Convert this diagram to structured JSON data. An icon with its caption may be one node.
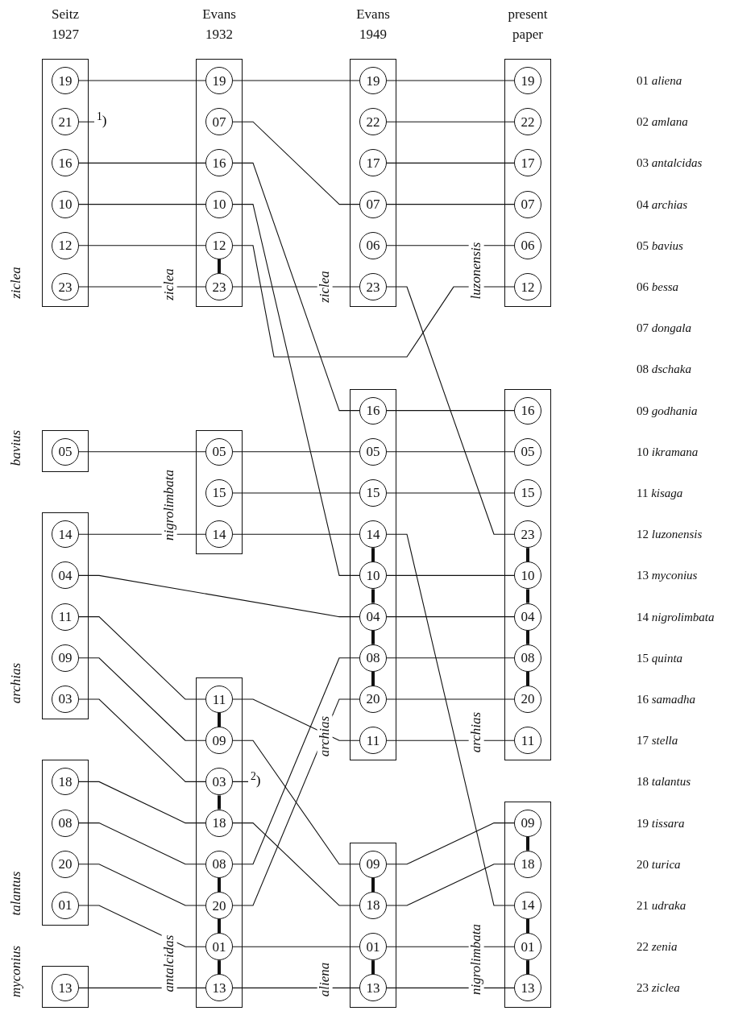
{
  "diagram": {
    "nodes": [
      {
        "text": [],
        "shape": "box",
        "beside": [
          "ziclea"
        ]
      },
      {
        "text": [
          "19"
        ],
        "in": 0
      },
      {
        "text": [
          "21"
        ],
        "in": 0
      },
      {
        "text": [
          "16"
        ],
        "in": 0
      },
      {
        "text": [
          "10"
        ],
        "in": 0
      },
      {
        "text": [
          "12"
        ],
        "in": 0
      },
      {
        "text": [
          "23"
        ],
        "in": 0
      },
      {
        "text": [
          "$^{1}$)"
        ]
      },
      {
        "text": [],
        "shape": "box",
        "beside": [
          "bavius"
        ]
      },
      {
        "text": [
          "05"
        ],
        "in": 8
      },
      {
        "text": [],
        "shape": "box",
        "beside": [
          "archias"
        ]
      },
      {
        "text": [
          "14"
        ],
        "in": 10
      },
      {
        "text": [
          "04"
        ],
        "in": 10
      },
      {
        "text": [
          "11"
        ],
        "in": 10
      },
      {
        "text": [
          "09"
        ],
        "in": 10
      },
      {
        "text": [
          "03"
        ],
        "in": 10
      },
      {
        "text": [],
        "shape": "box",
        "beside": [
          "talantus"
        ]
      },
      {
        "text": [
          "18"
        ],
        "in": 16
      },
      {
        "text": [
          "08"
        ],
        "in": 16
      },
      {
        "text": [
          "20"
        ],
        "in": 16
      },
      {
        "text": [
          "01"
        ],
        "in": 16
      },
      {
        "text": [],
        "shape": "box",
        "beside": [
          "myconius"
        ]
      },
      {
        "text": [
          "13"
        ],
        "in": 21
      },
      {
        "text": [],
        "shape": "box",
        "beside": [
          "ziclea"
        ]
      },
      {
        "text": [
          "19"
        ],
        "in": 23
      },
      {
        "text": [
          "07"
        ],
        "in": 23
      },
      {
        "text": [
          "16"
        ],
        "in": 23
      },
      {
        "text": [
          "10"
        ],
        "in": 23
      },
      {
        "text": [
          "12"
        ],
        "in": 23
      },
      {
        "text": [
          "23"
        ],
        "in": 23
      },
      {
        "text": [],
        "shape": "box",
        "beside": [
          "nigrolimbata"
        ]
      },
      {
        "text": [
          "05"
        ],
        "in": 30
      },
      {
        "text": [
          "15"
        ],
        "in": 30
      },
      {
        "text": [
          "14"
        ],
        "in": 30
      },
      {
        "text": [],
        "shape": "box",
        "beside": [
          "antalcidas"
        ]
      },
      {
        "text": [
          "11"
        ],
        "in": 34
      },
      {
        "text": [
          "09"
        ],
        "in": 34
      },
      {
        "text": [
          "03"
        ],
        "in": 34
      },
      {
        "text": [
          "18"
        ],
        "in": 34
      },
      {
        "text": [
          "08"
        ],
        "in": 34
      },
      {
        "text": [
          "20"
        ],
        "in": 34
      },
      {
        "text": [
          "01"
        ],
        "in": 34
      },
      {
        "text": [
          "13"
        ],
        "in": 34
      },
      {
        "text": [
          "$^{2}$)"
        ]
      },
      {
        "text": [],
        "shape": "box",
        "beside": [
          "ziclea"
        ]
      },
      {
        "text": [
          "19"
        ],
        "in": 44
      },
      {
        "text": [
          "22"
        ],
        "in": 44
      },
      {
        "text": [
          "17"
        ],
        "in": 44
      },
      {
        "text": [
          "07"
        ],
        "in": 44
      },
      {
        "text": [
          "06"
        ],
        "in": 44
      },
      {
        "text": [
          "23"
        ],
        "in": 44
      },
      {
        "text": [],
        "shape": "box",
        "beside": [
          "archias"
        ]
      },
      {
        "text": [
          "16"
        ],
        "in": 51
      },
      {
        "text": [
          "05"
        ],
        "in": 51
      },
      {
        "text": [
          "15"
        ],
        "in": 51
      },
      {
        "text": [
          "14"
        ],
        "in": 51
      },
      {
        "text": [
          "10"
        ],
        "in": 51
      },
      {
        "text": [
          "04"
        ],
        "in": 51
      },
      {
        "text": [
          "08"
        ],
        "in": 51
      },
      {
        "text": [
          "20"
        ],
        "in": 51
      },
      {
        "text": [
          "11"
        ],
        "in": 51
      },
      {
        "text": [],
        "shape": "box",
        "beside": [
          "aliena"
        ]
      },
      {
        "text": [
          "09"
        ],
        "in": 61
      },
      {
        "text": [
          "18"
        ],
        "in": 61
      },
      {
        "text": [
          "01"
        ],
        "in": 61
      },
      {
        "text": [
          "13"
        ],
        "in": 61
      },
      {
        "text": [],
        "shape": "box",
        "beside": [
          "luzonensis"
        ]
      },
      {
        "text": [
          "19"
        ],
        "in": 66
      },
      {
        "text": [
          "22"
        ],
        "in": 66
      },
      {
        "text": [
          "17"
        ],
        "in": 66
      },
      {
        "text": [
          "07"
        ],
        "in": 66
      },
      {
        "text": [
          "06"
        ],
        "in": 66
      },
      {
        "text": [
          "12"
        ],
        "in": 66
      },
      {
        "text": [],
        "shape": "box",
        "beside": [
          "archias"
        ]
      },
      {
        "text": [
          "16"
        ],
        "in": 73
      },
      {
        "text": [
          "05"
        ],
        "in": 73
      },
      {
        "text": [
          "15"
        ],
        "in": 73
      },
      {
        "text": [
          "23"
        ],
        "in": 73
      },
      {
        "text": [
          "10"
        ],
        "in": 73
      },
      {
        "text": [
          "04"
        ],
        "in": 73
      },
      {
        "text": [
          "08"
        ],
        "in": 73
      },
      {
        "text": [
          "20"
        ],
        "in": 73
      },
      {
        "text": [
          "11"
        ],
        "in": 73
      },
      {
        "text": [],
        "shape": "box",
        "beside": [
          "nigrolimbata"
        ]
      },
      {
        "text": [
          "09"
        ],
        "in": 83
      },
      {
        "text": [
          "18"
        ],
        "in": 83
      },
      {
        "text": [
          "14"
        ],
        "in": 83
      },
      {
        "text": [
          "01"
        ],
        "in": 83
      },
      {
        "text": [
          "13"
        ],
        "in": 83
      }
    ],
    "edges": [
      {
        "from": 1,
        "to": 24,
        "arrow": "none"
      },
      {
        "from": 2,
        "to": 7,
        "arrow": "none"
      },
      {
        "from": 3,
        "to": 26,
        "arrow": "none"
      },
      {
        "from": 4,
        "to": 27,
        "arrow": "none"
      },
      {
        "from": 5,
        "to": 28,
        "arrow": "none"
      },
      {
        "from": 6,
        "to": 29,
        "arrow": "none"
      },
      {
        "from": 9,
        "to": 31,
        "arrow": "none"
      },
      {
        "from": 11,
        "to": 33,
        "arrow": "none"
      },
      {
        "from": 12,
        "to": 57,
        "arrow": "none"
      },
      {
        "from": 13,
        "to": 35,
        "arrow": "none"
      },
      {
        "from": 14,
        "to": 36,
        "arrow": "none"
      },
      {
        "from": 15,
        "to": 37,
        "arrow": "none"
      },
      {
        "from": 17,
        "to": 38,
        "arrow": "none"
      },
      {
        "from": 18,
        "to": 39,
        "arrow": "none"
      },
      {
        "from": 19,
        "to": 40,
        "arrow": "none"
      },
      {
        "from": 20,
        "to": 41,
        "arrow": "none"
      },
      {
        "from": 22,
        "to": 42,
        "arrow": "none"
      },
      {
        "from": 24,
        "to": 45,
        "arrow": "none"
      },
      {
        "from": 25,
        "to": 48,
        "arrow": "none"
      },
      {
        "from": 26,
        "to": 52,
        "arrow": "none"
      },
      {
        "from": 27,
        "to": 56,
        "arrow": "none"
      },
      {
        "from": 28,
        "to": 72,
        "arrow": "none"
      },
      {
        "from": 29,
        "to": 50,
        "arrow": "none"
      },
      {
        "from": 28,
        "to": 29,
        "arrow": "none",
        "style": "thick"
      },
      {
        "from": 31,
        "to": 53,
        "arrow": "none"
      },
      {
        "from": 32,
        "to": 54,
        "arrow": "none"
      },
      {
        "from": 33,
        "to": 55,
        "arrow": "none"
      },
      {
        "from": 35,
        "to": 60,
        "arrow": "none"
      },
      {
        "from": 36,
        "to": 62,
        "arrow": "none"
      },
      {
        "from": 37,
        "to": 43,
        "arrow": "none"
      },
      {
        "from": 38,
        "to": 63,
        "arrow": "none"
      },
      {
        "from": 39,
        "to": 58,
        "arrow": "none"
      },
      {
        "from": 40,
        "to": 59,
        "arrow": "none"
      },
      {
        "from": 41,
        "to": 64,
        "arrow": "none"
      },
      {
        "from": 42,
        "to": 65,
        "arrow": "none"
      },
      {
        "from": 35,
        "to": 36,
        "arrow": "none",
        "style": "thick"
      },
      {
        "from": 37,
        "to": 38,
        "arrow": "none",
        "style": "thick"
      },
      {
        "from": 39,
        "to": 40,
        "arrow": "none",
        "style": "thick"
      },
      {
        "from": 40,
        "to": 41,
        "arrow": "none",
        "style": "thick"
      },
      {
        "from": 41,
        "to": 42,
        "arrow": "none",
        "style": "thick"
      },
      {
        "from": 45,
        "to": 67,
        "arrow": "none"
      },
      {
        "from": 46,
        "to": 68,
        "arrow": "none"
      },
      {
        "from": 47,
        "to": 69,
        "arrow": "none"
      },
      {
        "from": 48,
        "to": 70,
        "arrow": "none"
      },
      {
        "from": 49,
        "to": 71,
        "arrow": "none"
      },
      {
        "from": 50,
        "to": 77,
        "arrow": "none"
      },
      {
        "from": 52,
        "to": 74,
        "arrow": "none"
      },
      {
        "from": 53,
        "to": 75,
        "arrow": "none"
      },
      {
        "from": 54,
        "to": 76,
        "arrow": "none"
      },
      {
        "from": 55,
        "to": 86,
        "arrow": "none"
      },
      {
        "from": 56,
        "to": 78,
        "arrow": "none"
      },
      {
        "from": 57,
        "to": 79,
        "arrow": "none"
      },
      {
        "from": 58,
        "to": 80,
        "arrow": "none"
      },
      {
        "from": 59,
        "to": 81,
        "arrow": "none"
      },
      {
        "from": 60,
        "to": 82,
        "arrow": "none"
      },
      {
        "from": 55,
        "to": 56,
        "arrow": "none",
        "style": "thick"
      },
      {
        "from": 56,
        "to": 57,
        "arrow": "none",
        "style": "thick"
      },
      {
        "from": 57,
        "to": 58,
        "arrow": "none",
        "style": "thick"
      },
      {
        "from": 58,
        "to": 59,
        "arrow": "none",
        "style": "thick"
      },
      {
        "from": 62,
        "to": 84,
        "arrow": "none"
      },
      {
        "from": 63,
        "to": 85,
        "arrow": "none"
      },
      {
        "from": 64,
        "to": 87,
        "arrow": "none"
      },
      {
        "from": 65,
        "to": 88,
        "arrow": "none"
      },
      {
        "from": 62,
        "to": 63,
        "arrow": "none",
        "style": "thick"
      },
      {
        "from": 64,
        "to": 65,
        "arrow": "none",
        "style": "thick"
      },
      {
        "from": 77,
        "to": 78,
        "arrow": "none",
        "style": "thick"
      },
      {
        "from": 78,
        "to": 79,
        "arrow": "none",
        "style": "thick"
      },
      {
        "from": 79,
        "to": 80,
        "arrow": "none",
        "style": "thick"
      },
      {
        "from": 80,
        "to": 81,
        "arrow": "none",
        "style": "thick"
      },
      {
        "from": 84,
        "to": 85,
        "arrow": "none",
        "style": "thick"
      },
      {
        "from": 86,
        "to": 87,
        "arrow": "none",
        "style": "thick"
      },
      {
        "from": 87,
        "to": 88,
        "arrow": "none",
        "style": "thick"
      }
    ],
    "labels": [
      "Seitz 1927",
      "Evans 1932",
      "Evans 1949",
      "present paper",
      "01 *aliena*",
      "02 *amlana*",
      "03 *antalcidas*",
      "04 *archias*",
      "05 *bavius*",
      "06 *bessa*",
      "07 *dongala*",
      "08 *dschaka*",
      "09 *godhania*",
      "10 *ikramana*",
      "11 *kisaga*",
      "12 *luzonensis*",
      "13 *myconius*",
      "14 *nigrolimbata*",
      "15 *quinta*",
      "16 *samadha*",
      "17 *stella*",
      "18 *talantus*",
      "19 *tissara*",
      "20 *turica*",
      "21 *udraka*",
      "22 *zenia*",
      "23 *ziclea*"
    ]
  }
}
